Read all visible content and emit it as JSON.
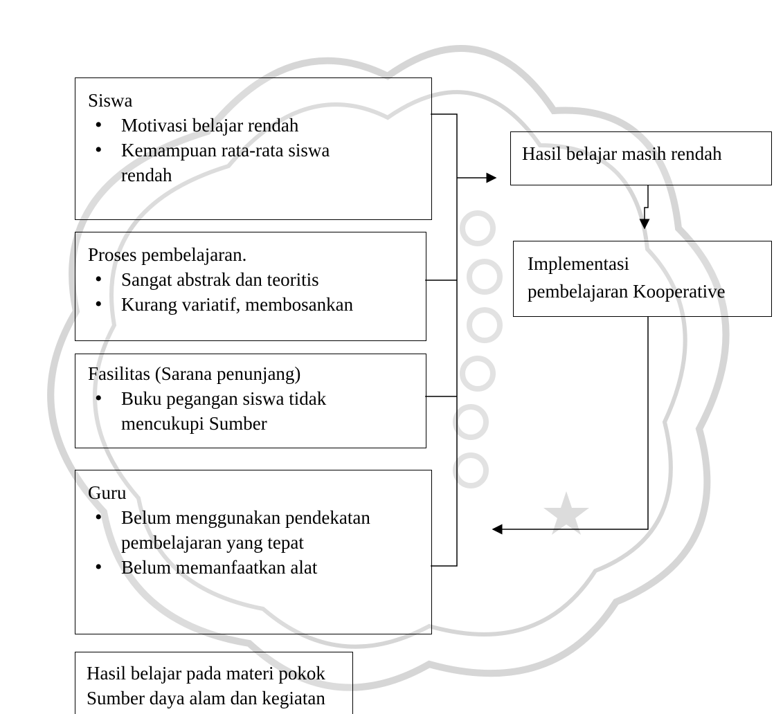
{
  "boxes": {
    "siswa": {
      "title": "Siswa",
      "items": [
        "Motivasi belajar rendah",
        "Kemampuan rata-rata siswa rendah"
      ]
    },
    "proses": {
      "title": "Proses pembelajaran.",
      "items": [
        "Sangat abstrak dan teoritis",
        "Kurang variatif, membosankan"
      ]
    },
    "fasilitas": {
      "title": "Fasilitas (Sarana penunjang)",
      "items": [
        "Buku pegangan siswa tidak mencukupi Sumber"
      ]
    },
    "guru": {
      "title": "Guru",
      "items": [
        "Belum menggunakan pendekatan pembelajaran yang tepat",
        "Belum memanfaatkan alat"
      ]
    },
    "hasil_rendah": {
      "text": "Hasil belajar masih rendah"
    },
    "implementasi": {
      "line1": "Implementasi",
      "line2": "pembelajaran Kooperative"
    },
    "hasil_materi": {
      "line1": "Hasil belajar pada materi pokok",
      "line2": "Sumber daya alam dan kegiatan"
    }
  },
  "colors": {
    "stroke": "#000000",
    "watermark": "#cfcfcf"
  }
}
